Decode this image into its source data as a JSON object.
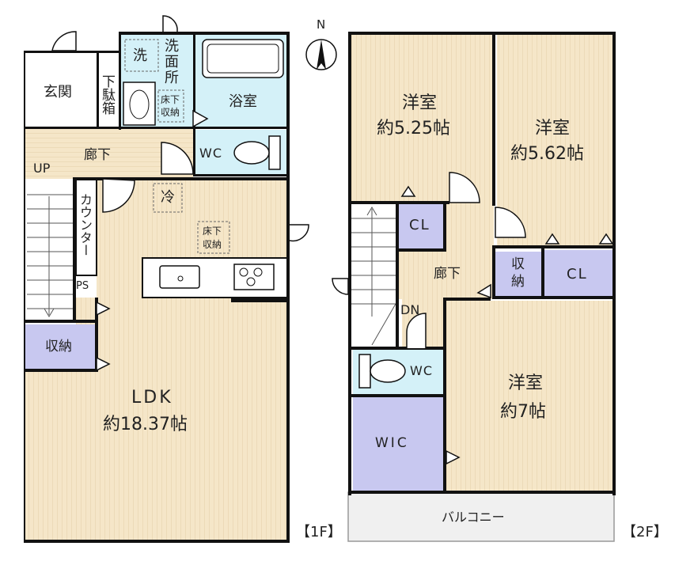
{
  "compass": {
    "north": "N"
  },
  "floor1": {
    "label": "【1F】",
    "rooms": {
      "genkan": "玄関",
      "getabako": "下駄箱",
      "senmen_col1": "洗",
      "senmen_col2": "面",
      "senmen_col3": "所",
      "sentakuki": "洗",
      "yukashita_1": "床下",
      "yukashita_1b": "収納",
      "yokushitsu": "浴室",
      "rouka": "廊下",
      "up": "UP",
      "wc": "WC",
      "counter": "カウンター",
      "rei": "冷",
      "yukashita_2": "床下",
      "yukashita_2b": "収納",
      "ps": "PS",
      "shuno": "収納",
      "ldk": "LDK",
      "ldk_size": "約18.37帖"
    }
  },
  "floor2": {
    "label": "【2F】",
    "rooms": {
      "yoshitsu_a": "洋室",
      "yoshitsu_a_size": "約5.25帖",
      "yoshitsu_b": "洋室",
      "yoshitsu_b_size": "約5.62帖",
      "cl_1": "CL",
      "rouka": "廊下",
      "shuno_a": "収",
      "shuno_b": "納",
      "cl_2": "CL",
      "dn": "DN",
      "wc": "WC",
      "yoshitsu_c": "洋室",
      "yoshitsu_c_size": "約7帖",
      "wic": "WIC",
      "balcony": "バルコニー"
    }
  },
  "colors": {
    "floor": "#f5e6c8",
    "wall": "#111111",
    "wet": "#d4f1f8",
    "storage": "#c8c8f0",
    "balcony": "#f0f0f0"
  }
}
